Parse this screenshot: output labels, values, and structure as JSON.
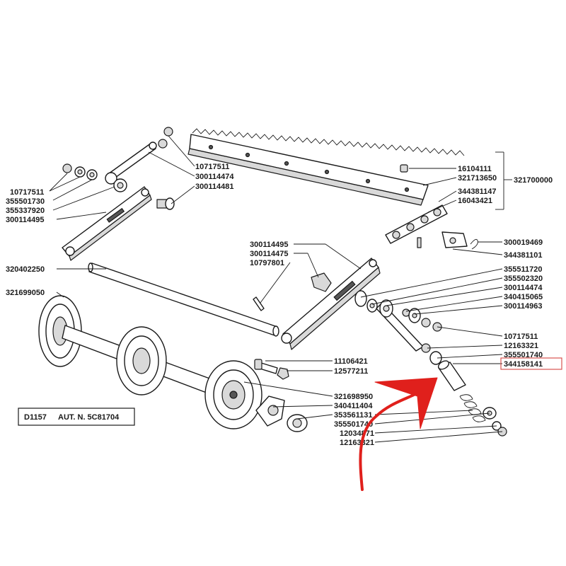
{
  "parts_left": [
    "10717511",
    "355501730",
    "355337920",
    "300114495"
  ],
  "parts_top_center": [
    "10717511",
    "300114474",
    "300114481"
  ],
  "part_shaft": "320402250",
  "part_wheel_assembly": "321699050",
  "parts_mid": [
    "300114495",
    "300114475",
    "10797801"
  ],
  "parts_rack": [
    "16104111",
    "321713650",
    "344381147",
    "16043421"
  ],
  "part_rack_group": "321700000",
  "parts_chain": [
    "300019469",
    "344381101"
  ],
  "parts_right": [
    "355511720",
    "355502320",
    "300114474",
    "340415065",
    "300114963",
    "10717511",
    "12163321",
    "355501740",
    "344158141"
  ],
  "parts_bolt": [
    "11106421",
    "12577211"
  ],
  "parts_bottom": [
    "321698950",
    "340411404",
    "353561131",
    "355501740",
    "12034871",
    "12163321"
  ],
  "ref_box": {
    "code": "D1157",
    "text": "AUT. N. 5C81704"
  },
  "colors": {
    "ink": "#1a1a1a",
    "arrow": "#e0201c",
    "highlight": "#d9534f"
  }
}
